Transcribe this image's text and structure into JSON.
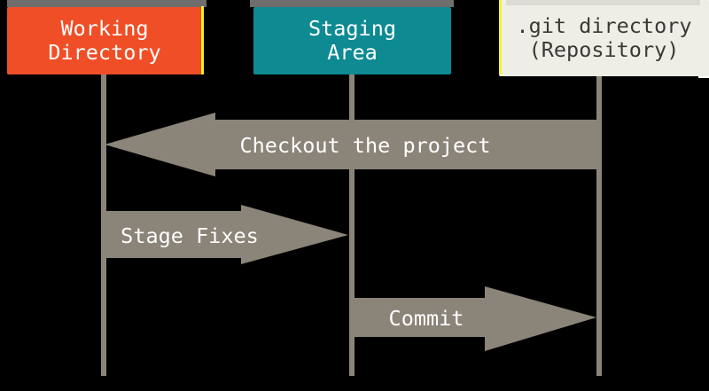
{
  "diagram": {
    "boxes": [
      {
        "id": "working-directory",
        "lines": [
          "Working",
          "Directory"
        ],
        "bg": "#F04E26",
        "text_color": "#FFFFFF"
      },
      {
        "id": "staging-area",
        "lines": [
          "Staging",
          "Area"
        ],
        "bg": "#0E8A93",
        "text_color": "#FFFFFF"
      },
      {
        "id": "git-directory",
        "lines": [
          ".git directory",
          "(Repository)"
        ],
        "bg": "#EFEEE6",
        "text_color": "#3B3937"
      }
    ],
    "arrows": [
      {
        "id": "checkout",
        "label": "Checkout the project",
        "direction": "left",
        "from": "git-directory",
        "to": "working-directory"
      },
      {
        "id": "stage-fixes",
        "label": "Stage Fixes",
        "direction": "right",
        "from": "working-directory",
        "to": "staging-area"
      },
      {
        "id": "commit",
        "label": "Commit",
        "direction": "right",
        "from": "staging-area",
        "to": "git-directory"
      }
    ],
    "colors": {
      "background": "#000000",
      "arrow_taupe": "#8B8478",
      "lifeline_gray": "#8B8478",
      "shadow_gray": "#6F6E6C",
      "highlight_yellow": "#F4F41E",
      "edge_white": "#FDFDFA"
    }
  }
}
